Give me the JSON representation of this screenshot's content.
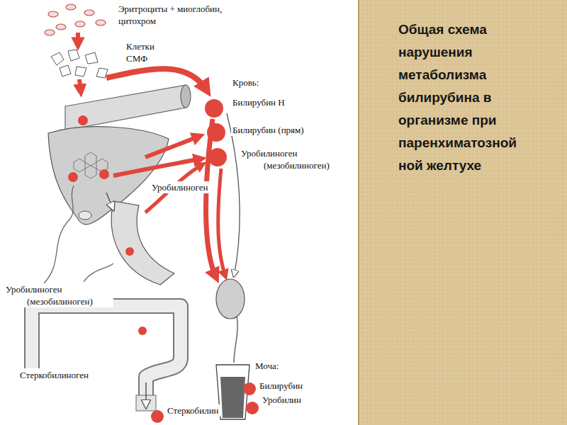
{
  "diagram": {
    "title": "Общая схема нарушения метаболизма билирубина в организме при паренхиматозной ной желтухе",
    "labels": [
      "Эритроциты + миоглобин, цитохром",
      "Клетки СМФ",
      "Кровь:",
      "Билирубин Н",
      "Билирубин (прям)",
      "Уробилиноген (мезобилиноген)",
      "Уробилиноген",
      "Уробилиноген (мезобилиноген)",
      "Стеркобилиноген",
      "Моча:",
      "Билирубин",
      "Уробилин",
      "Стеркобилин"
    ]
  }
}
